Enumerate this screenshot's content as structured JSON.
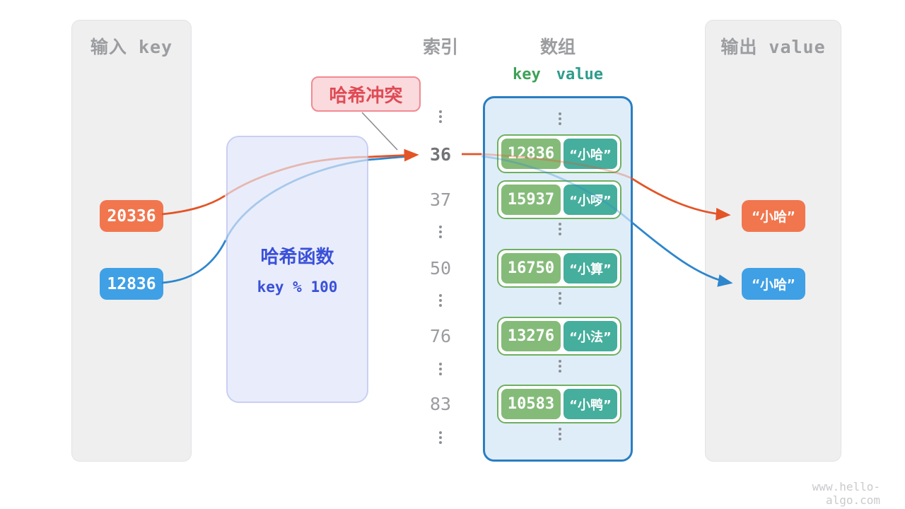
{
  "input_panel": {
    "title": "输入 key",
    "keys": [
      {
        "label": "20336",
        "color": "#F1764E"
      },
      {
        "label": "12836",
        "color": "#3FA0E5"
      }
    ]
  },
  "hash_box": {
    "title": "哈希函数",
    "formula": "key % 100"
  },
  "collision_label": {
    "text": "哈希冲突"
  },
  "index_column": {
    "title": "索引",
    "values": [
      "36",
      "37",
      "50",
      "76",
      "83"
    ],
    "highlighted_value": "36"
  },
  "array_panel": {
    "title": "数组",
    "key_header": "key",
    "value_header": "value",
    "rows": [
      {
        "key": "12836",
        "value": "“小哈”"
      },
      {
        "key": "15937",
        "value": "“小啰”"
      },
      {
        "key": "16750",
        "value": "“小算”"
      },
      {
        "key": "13276",
        "value": "“小法”"
      },
      {
        "key": "10583",
        "value": "“小鸭”"
      }
    ]
  },
  "output_panel": {
    "title": "输出 value",
    "values": [
      {
        "label": "“小哈”",
        "color": "#F1764E"
      },
      {
        "label": "“小哈”",
        "color": "#3FA0E5"
      }
    ]
  },
  "footer": {
    "site": "www.hello-algo.com"
  },
  "colors": {
    "panel_bg": "#EFEFF0",
    "panel_title": "#9C9DA0",
    "orange_node": "#F1764E",
    "blue_node": "#3FA0E5",
    "orange_arrow": "#E35427",
    "blue_arrow": "#2E86CD",
    "hash_box_bg": "#E9EDFB",
    "hash_box_border": "#C9CFF3",
    "hash_text": "#3A50D9",
    "collision_bg": "#FADADD",
    "collision_border": "#F18A92",
    "collision_text": "#E04B55",
    "array_bg": "#DFEDF9",
    "array_border": "#2A7EC2",
    "pair_border": "#6FB05F",
    "key_box": "#85BB79",
    "value_box": "#46AE9D",
    "key_header": "#3FA158",
    "value_header": "#2E9C8B",
    "index_text": "#9B9CA0",
    "index_highlight": "#717376",
    "footer_text": "#C9CACC"
  }
}
